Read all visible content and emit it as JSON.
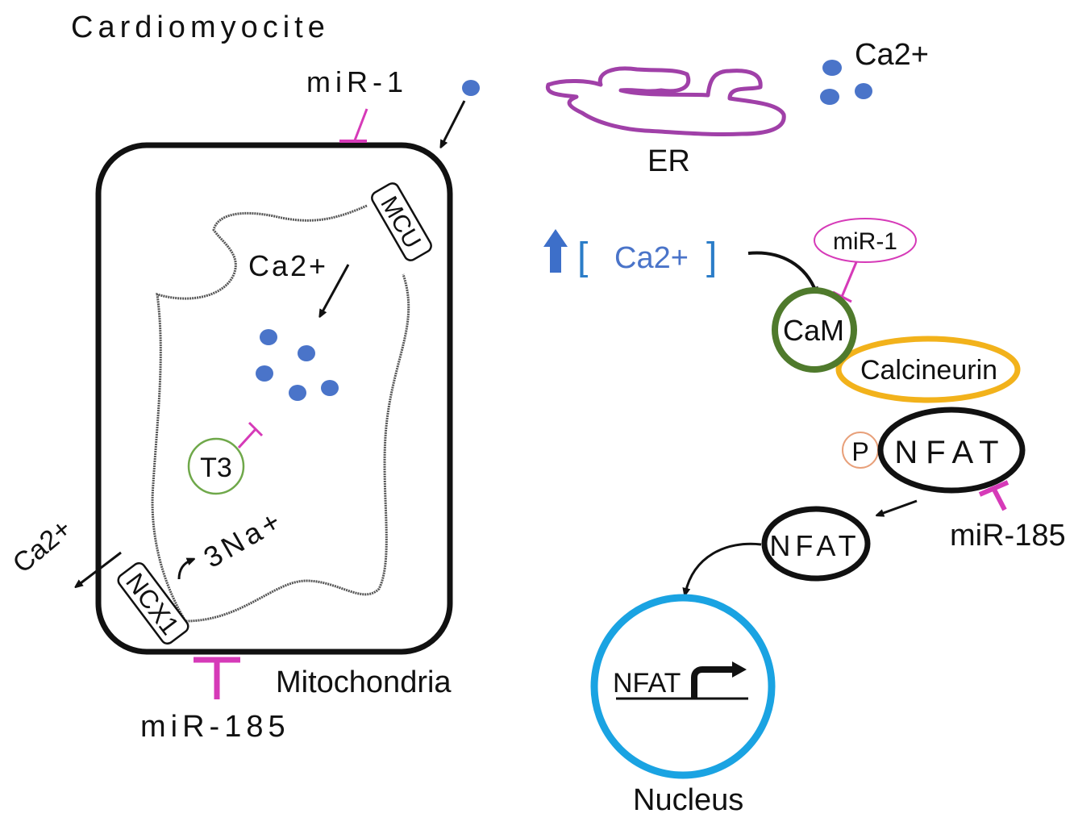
{
  "title": "Cardiomyocite",
  "colors": {
    "calcium": "#4a74c9",
    "inhibitor": "#d63ab8",
    "er": "#a040a8",
    "cam": "#4f7a2c",
    "calcineurin": "#f2b21b",
    "nucleus": "#1aa3e2",
    "t3": "#6fa84a",
    "phosphate": "#e8a07a",
    "bracket": "#2b7dc8"
  },
  "left": {
    "mir1_label": "miR-1",
    "mir185_label": "miR-185",
    "mitochondria_label": "Mitochondria",
    "mcu_label": "MCU",
    "ncx1_label": "NCX1",
    "ca_inside_label": "Ca2+",
    "ca_out_label": "Ca2+",
    "na_label": "3Na+",
    "t3_label": "T3"
  },
  "right": {
    "ca_top_label": "Ca2+",
    "er_label": "ER",
    "ca_conc_label": "Ca2+",
    "bracket_open": "[",
    "bracket_close": "]",
    "mir1_label": "miR-1",
    "cam_label": "CaM",
    "calcineurin_label": "Calcineurin",
    "p_label": "P",
    "nfat_p_label": "NFAT",
    "mir185_label": "miR-185",
    "nfat_label": "NFAT",
    "nucleus_gene_label": "NFAT",
    "nucleus_label": "Nucleus"
  }
}
